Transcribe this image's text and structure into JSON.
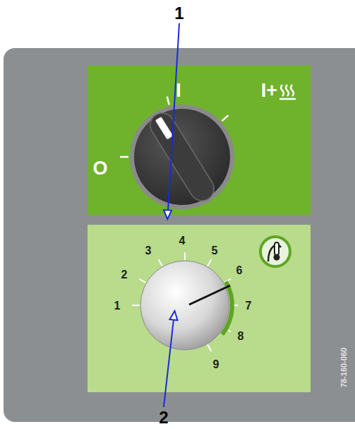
{
  "diagram": {
    "labels": [
      "1",
      "I",
      "I+",
      "O",
      "1",
      "2",
      "3",
      "4",
      "5",
      "6",
      "7",
      "8",
      "9",
      "78-160-060",
      "2"
    ]
  }
}
